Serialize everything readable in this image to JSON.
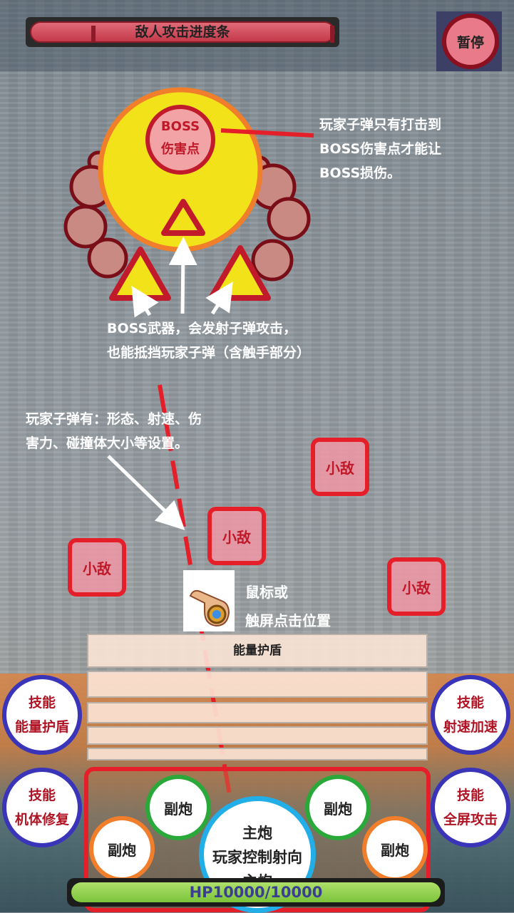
{
  "top_bar": {
    "enemy_progress_label": "敌人攻击进度条",
    "pause_label": "暂停"
  },
  "boss": {
    "damage_point_line1": "BOSS",
    "damage_point_line2": "伤害点",
    "damage_note": [
      "玩家子弹只有打击到",
      "BOSS伤害点才能让",
      "BOSS损伤。"
    ],
    "weapon_note": [
      "BOSS武器，会发射子弹攻击，",
      "也能抵挡玩家子弹（含触手部分）"
    ]
  },
  "bullet_note": [
    "玩家子弹有：形态、射速、伤",
    "害力、碰撞体大小等设置。"
  ],
  "enemies": [
    {
      "label": "小敌"
    },
    {
      "label": "小敌"
    },
    {
      "label": "小敌"
    },
    {
      "label": "小敌"
    }
  ],
  "cursor_note": [
    "鼠标或",
    "触屏点击位置"
  ],
  "shield_bar_label": "能量护盾",
  "skills": [
    {
      "line1": "技能",
      "line2": "能量护盾"
    },
    {
      "line1": "技能",
      "line2": "射速加速"
    },
    {
      "line1": "技能",
      "line2": "机体修复"
    },
    {
      "line1": "技能",
      "line2": "全屏攻击"
    }
  ],
  "weapons": {
    "sub_guns": [
      "副炮",
      "副炮",
      "副炮",
      "副炮"
    ],
    "main_gun_line1": "主炮",
    "main_gun_line2": "玩家控制射向",
    "main_gun_line3": "主炮"
  },
  "hp": {
    "label": "HP10000/10000",
    "current": 10000,
    "max": 10000
  },
  "colors": {
    "enemy_border": "#e51f2a",
    "skill_border": "#3a35b8",
    "main_gun_border": "#22aee6",
    "hp_fill": "#7cc33a",
    "boss_fill": "#f2e21a",
    "boss_border": "#f07e2a"
  }
}
